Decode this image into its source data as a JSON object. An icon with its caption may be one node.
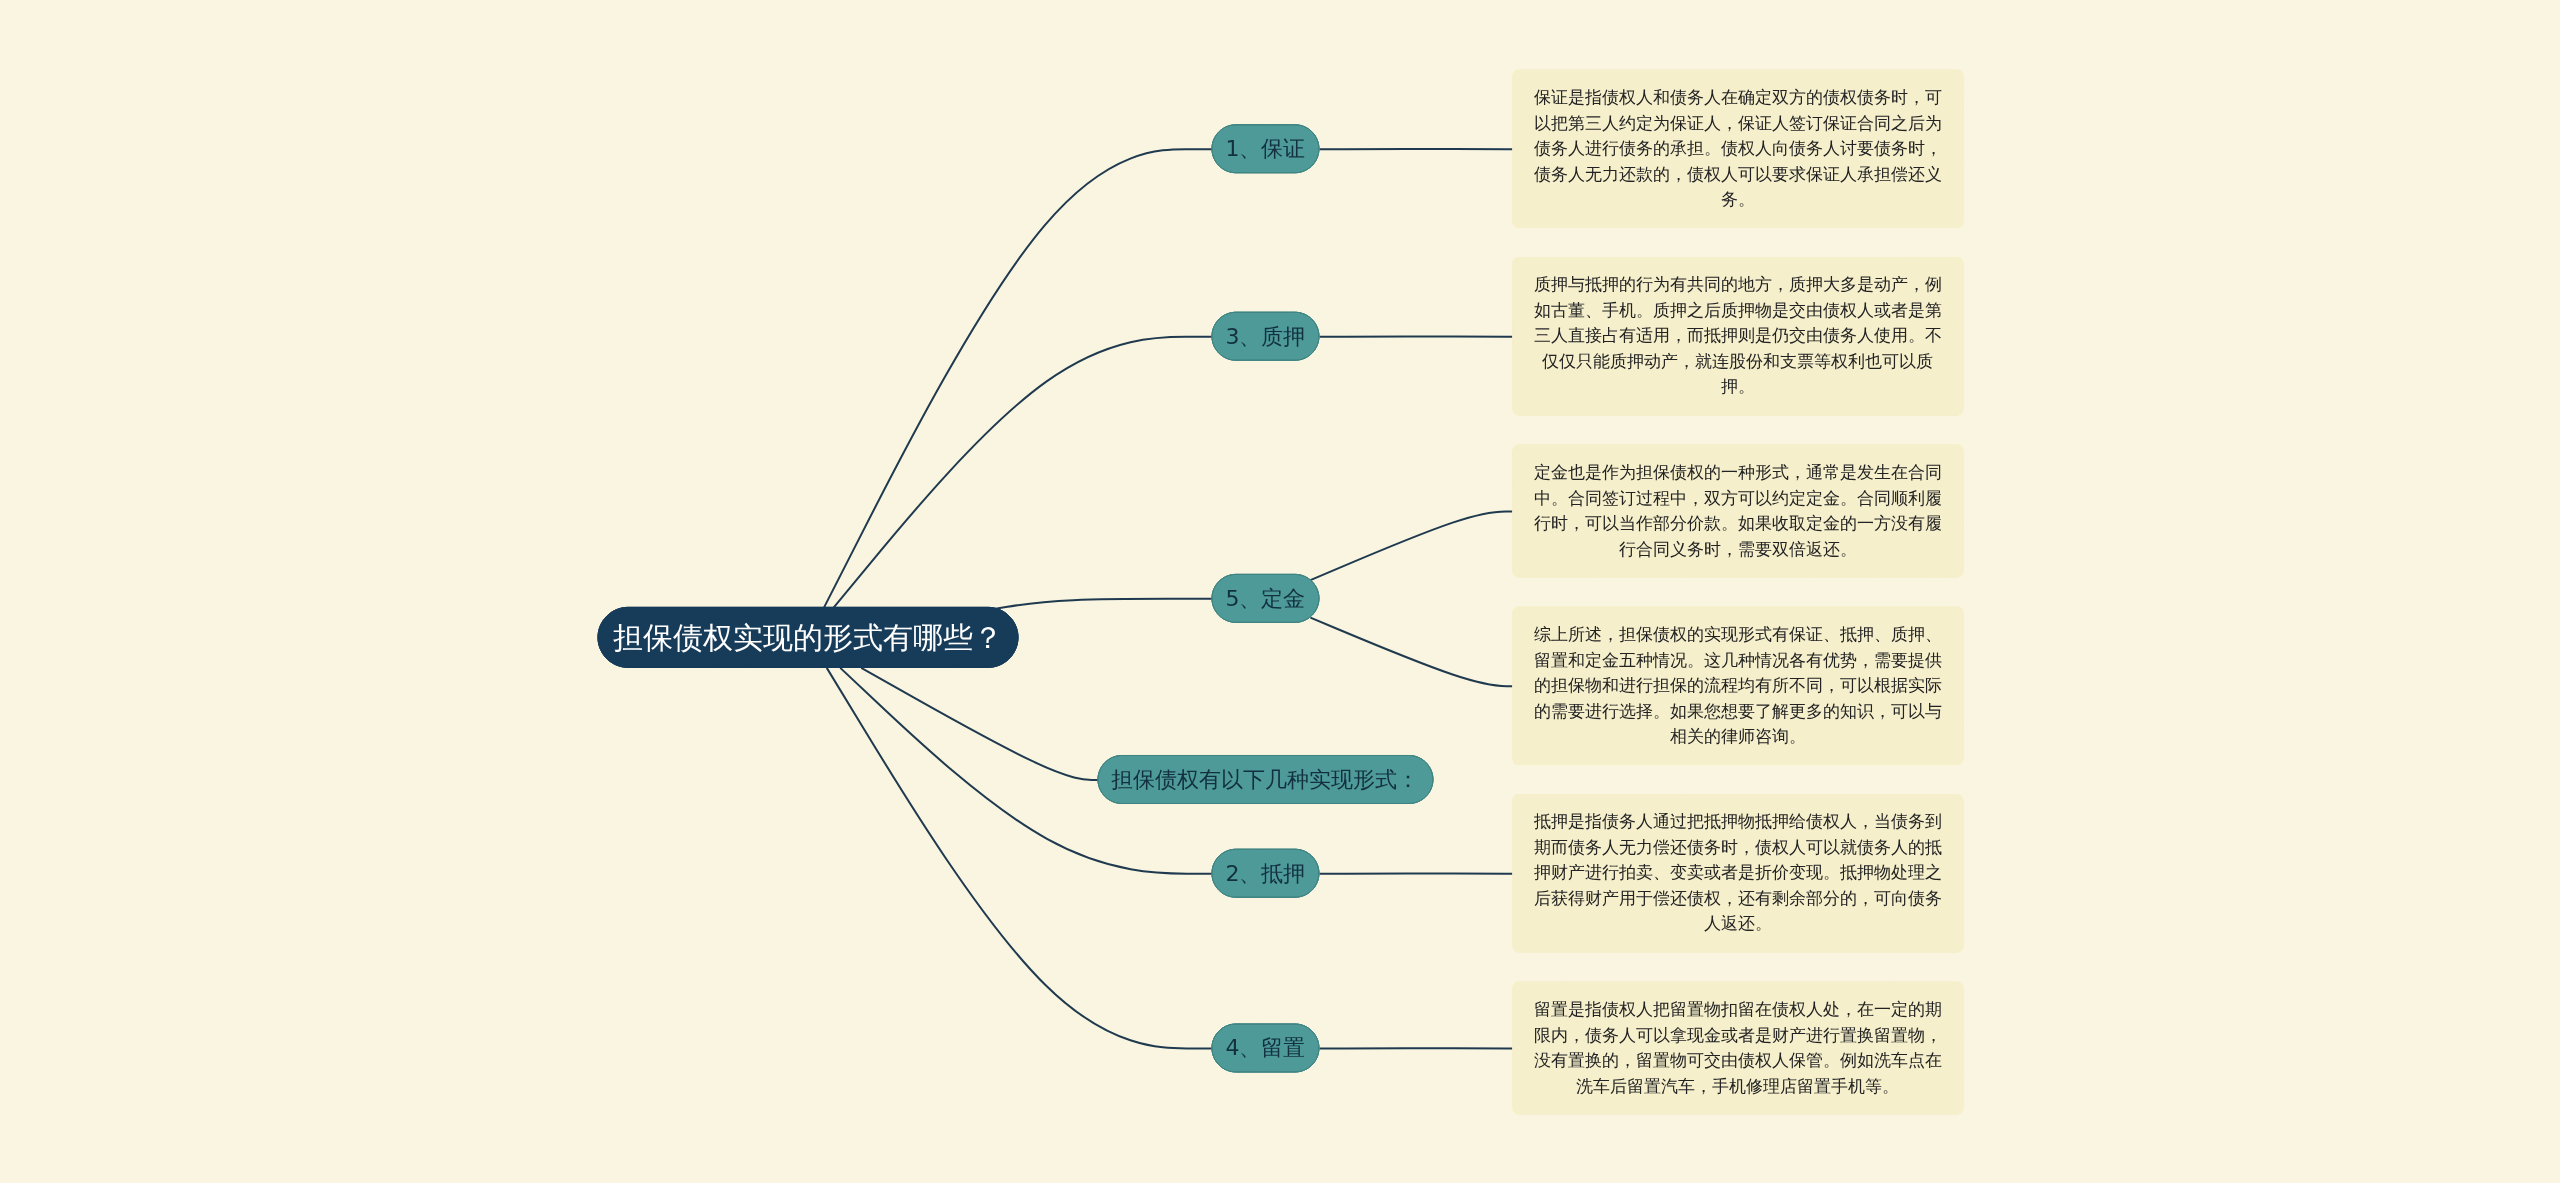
{
  "diagram": {
    "nodes": [
      {
        "text": [
          "担保债权实现的形式有哪些？"
        ]
      },
      {
        "text": [
          "1、保证"
        ]
      },
      {
        "text": [
          "保证是指债权人和债务人在确定双方的债权债务时，可以把第三人约定为保证人，保证人签订保证合同之后为债务人进行债务的承担。债权人向债务人讨要债务时，债务人无力还款的，债权人可以要求保证人承担偿还义务。"
        ]
      },
      {
        "text": [
          "3、质押"
        ]
      },
      {
        "text": [
          "质押与抵押的行为有共同的地方，质押大多是动产，例如古董、手机。质押之后质押物是交由债权人或者是第三人直接占有适用，而抵押则是仍交由债务人使用。不仅仅只能质押动产，就连股份和支票等权利也可以质押。"
        ]
      },
      {
        "text": [
          "5、定金"
        ]
      },
      {
        "text": [
          "定金也是作为担保债权的一种形式，通常是发生在合同中。合同签订过程中，双方可以约定定金。合同顺利履行时，可以当作部分价款。如果收取定金的一方没有履行合同义务时，需要双倍返还。"
        ]
      },
      {
        "text": [
          "综上所述，担保债权的实现形式有保证、抵押、质押、留置和定金五种情况。这几种情况各有优势，需要提供的担保物和进行担保的流程均有所不同，可以根据实际的需要进行选择。如果您想要了解更多的知识，可以与相关的律师咨询。"
        ]
      },
      {
        "text": [
          "担保债权有以下几种实现形式："
        ]
      },
      {
        "text": [
          "2、抵押"
        ]
      },
      {
        "text": [
          "抵押是指债务人通过把抵押物抵押给债权人，当债务到期而债务人无力偿还债务时，债权人可以就债务人的抵押财产进行拍卖、变卖或者是折价变现。抵押物处理之后获得财产用于偿还债权，还有剩余部分的，可向债务人返还。"
        ]
      },
      {
        "text": [
          "4、留置"
        ]
      },
      {
        "text": [
          "留置是指债权人把留置物扣留在债权人处，在一定的期限内，债务人可以拿现金或者是财产进行置换留置物，没有置换的，留置物可交由债权人保管。例如洗车点在洗车后留置汽车，手机修理店留置手机等。"
        ]
      }
    ],
    "edges": [
      {
        "from": 0,
        "to": 1,
        "arrow": "none"
      },
      {
        "from": 1,
        "to": 2,
        "arrow": "none"
      },
      {
        "from": 0,
        "to": 3,
        "arrow": "none"
      },
      {
        "from": 3,
        "to": 4,
        "arrow": "none"
      },
      {
        "from": 0,
        "to": 5,
        "arrow": "none"
      },
      {
        "from": 5,
        "to": 6,
        "arrow": "none"
      },
      {
        "from": 5,
        "to": 7,
        "arrow": "none"
      },
      {
        "from": 0,
        "to": 8,
        "arrow": "none"
      },
      {
        "from": 0,
        "to": 9,
        "arrow": "none"
      },
      {
        "from": 9,
        "to": 10,
        "arrow": "none"
      },
      {
        "from": 0,
        "to": 11,
        "arrow": "none"
      },
      {
        "from": 11,
        "to": 12,
        "arrow": "none"
      }
    ]
  }
}
